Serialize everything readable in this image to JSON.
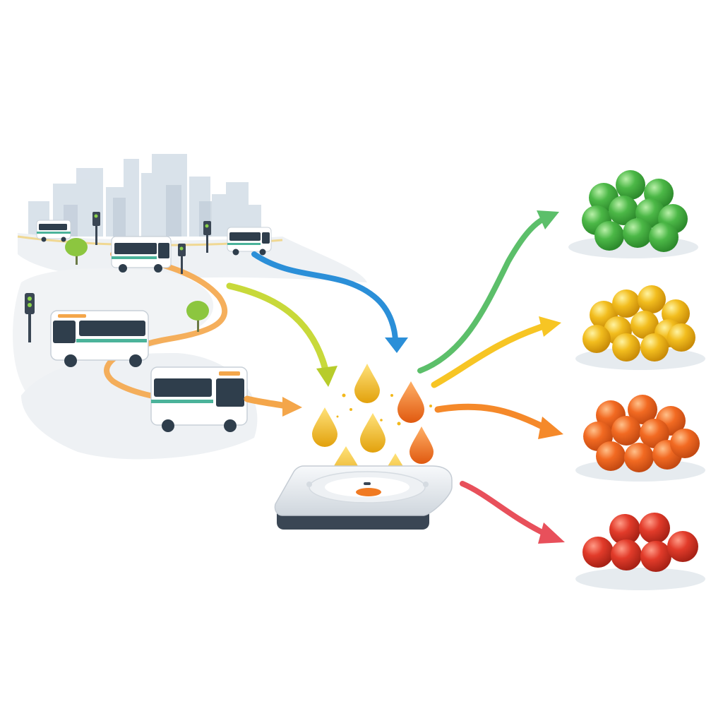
{
  "colors": {
    "background": "#ffffff",
    "skyline": "#c9d6e2",
    "road": "#eef1f4",
    "route_orange": "#f4a64a",
    "bus_body": "#ffffff",
    "bus_window": "#2f3e4c",
    "bus_stripe": "#4bb39a",
    "tree": "#8cc63f",
    "arrow_green": "#5cbf6a",
    "arrow_yellow": "#f7c524",
    "arrow_orange": "#f5892a",
    "arrow_red": "#e8505b",
    "arrow_blue": "#2b8fd8",
    "arrow_lime": "#c8d93a",
    "drop_yellow": "#f2b81c",
    "drop_orange": "#f07a22",
    "device_body": "#e9edf1",
    "device_base": "#3a4654",
    "cluster_green": "#4cb847",
    "cluster_yellow": "#f2bd1e",
    "cluster_orange": "#f26a22",
    "cluster_red": "#e23b2a"
  },
  "icons": {
    "city": "city-skyline-icon",
    "bus": "bus-icon",
    "traffic_light": "traffic-light-icon",
    "tree": "tree-icon",
    "drop": "fuel-drop-icon",
    "device": "processing-plate-icon",
    "cluster": "sphere-cluster-icon"
  },
  "clusters": [
    {
      "name": "green",
      "color": "#4cb847"
    },
    {
      "name": "yellow",
      "color": "#f2bd1e"
    },
    {
      "name": "orange",
      "color": "#f26a22"
    },
    {
      "name": "red",
      "color": "#e23b2a"
    }
  ]
}
